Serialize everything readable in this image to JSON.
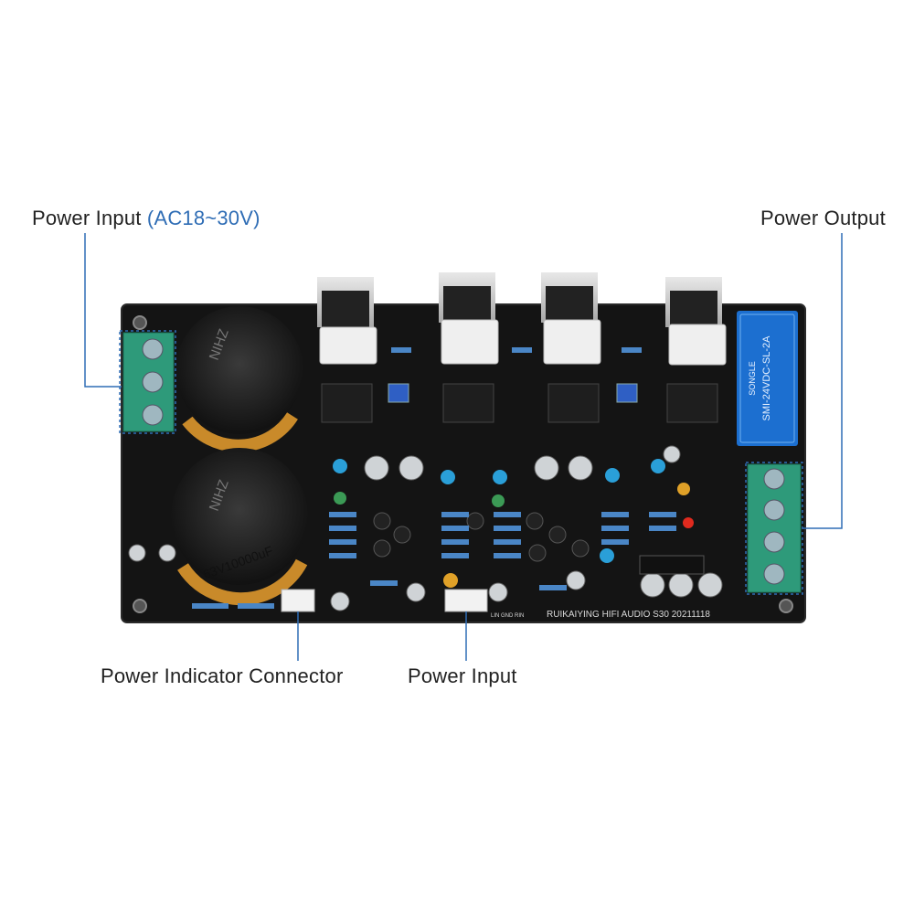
{
  "labels": {
    "power_input_ac": "Power Input",
    "power_input_ac_range": "(AC18~30V)",
    "power_output": "Power Output",
    "power_indicator_connector": "Power Indicator Connector",
    "power_input": "Power Input"
  },
  "board_markings": {
    "silkscreen_model": "RUIKAIYING HIFI AUDIO S30  20211118",
    "capacitor_rating": "63V10000uF",
    "capacitor_brand": "NIHZ",
    "relay_text": "SMI-24VDC-SL-2A",
    "relay_brand": "SONGLE",
    "input_pins": "LIN GND RIN"
  },
  "colors": {
    "accent": "#2f6db5",
    "callout_line": "#2f6db5",
    "pcb": "#141414",
    "terminal": "#2e9a7a",
    "relay": "#1c6fd0"
  }
}
